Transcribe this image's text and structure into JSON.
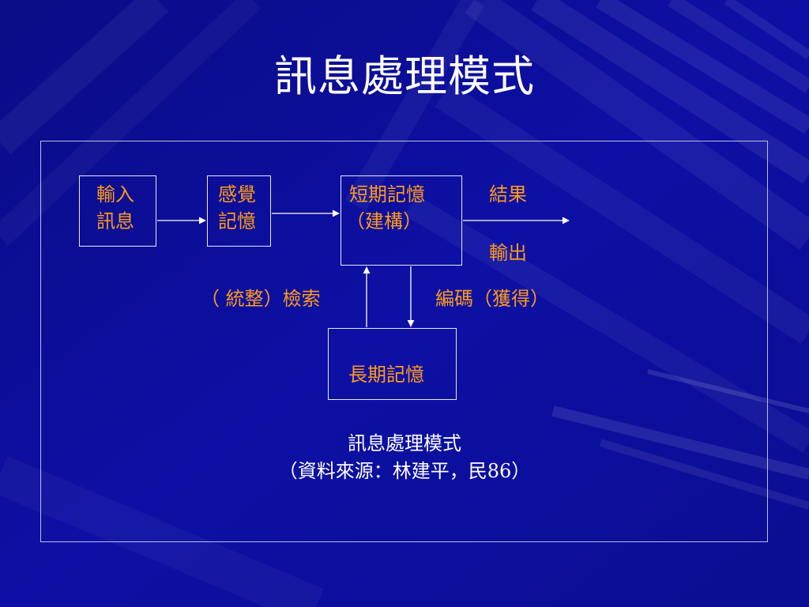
{
  "slide": {
    "title": "訊息處理模式"
  },
  "colors": {
    "background": "#0c0f9a",
    "label_orange": "#ff9a1a",
    "line_white": "#ffffff"
  },
  "diagram": {
    "input_box": {
      "line1": "輸入",
      "line2": "訊息"
    },
    "sensory_box": {
      "line1": "感覺",
      "line2": "記憶"
    },
    "short_term_box": {
      "line1": "短期記憶",
      "line2": "（建構）"
    },
    "long_term_box": {
      "label": "長期記憶"
    },
    "result_label": "結果",
    "output_label": "輸出",
    "retrieval_label": "（ 統整）檢索",
    "encoding_label": "編碼（獲得）"
  },
  "caption": {
    "line1": "訊息處理模式",
    "line2": "（資料來源：林建平，民86）"
  }
}
